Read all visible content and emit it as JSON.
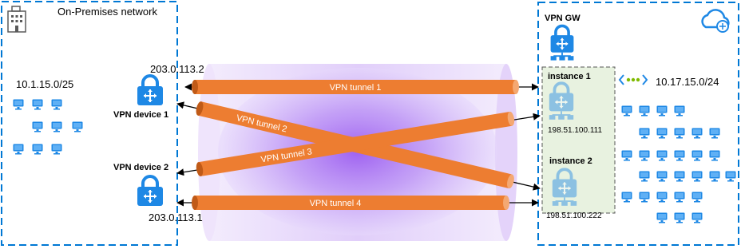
{
  "onprem": {
    "title": "On-Premises network",
    "subnet": "10.1.15.0/25"
  },
  "azure": {
    "gateway_label": "VPN GW",
    "vnet": "10.17.15.0/24",
    "instances": [
      {
        "label": "instance 1",
        "ip": "198.51.100.111"
      },
      {
        "label": "instance 2",
        "ip": "198.51.100.222"
      }
    ]
  },
  "devices": [
    {
      "label": "VPN device 1",
      "ip": "203.0.113.2"
    },
    {
      "label": "VPN device 2",
      "ip": "203.0.113.1"
    }
  ],
  "tunnels": [
    {
      "label": "VPN tunnel 1"
    },
    {
      "label": "VPN tunnel 2"
    },
    {
      "label": "VPN tunnel 3"
    },
    {
      "label": "VPN tunnel 4"
    }
  ],
  "colors": {
    "border": "#0078d4",
    "icon": "#1e88e5",
    "tunnel": "#ed7d31",
    "tunnel_dark": "#c05a17",
    "internet": "#a66bf0",
    "instance_box": "#e8f2e0",
    "vnet_dots": "#7fba00"
  },
  "icons": {
    "onprem": "building-icon",
    "azure": "cloud-icon",
    "gateway": "vpn-lock-icon",
    "computer": "monitor-icon",
    "vnet": "vnet-connector-icon"
  }
}
